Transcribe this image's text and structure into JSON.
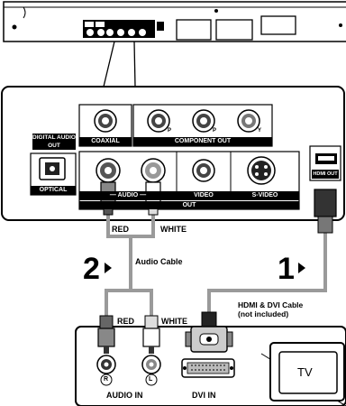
{
  "panel_labels": {
    "digital_audio_out": "DIGITAL AUDIO OUT",
    "coaxial": "COAXIAL",
    "component_out": "COMPONENT OUT",
    "optical": "OPTICAL",
    "audio": "— AUDIO —",
    "video": "VIDEO",
    "s_video": "S-VIDEO",
    "out": "OUT",
    "hdmi_out": "HDMI OUT",
    "pb": "P",
    "pr": "P",
    "y": "Y"
  },
  "cable_labels": {
    "red_top": "RED",
    "white_top": "WHITE",
    "audio_cable": "Audio Cable",
    "red_bottom": "RED",
    "white_bottom": "WHITE",
    "hdmi_dvi_cable": "HDMI & DVI Cable",
    "not_included": "(not included)"
  },
  "steps": {
    "step_one": "1",
    "step_two": "2"
  },
  "tv_labels": {
    "tv": "TV",
    "audio_in": "AUDIO IN",
    "dvi_in": "DVI IN",
    "r_marker": "R",
    "l_marker": "L"
  }
}
